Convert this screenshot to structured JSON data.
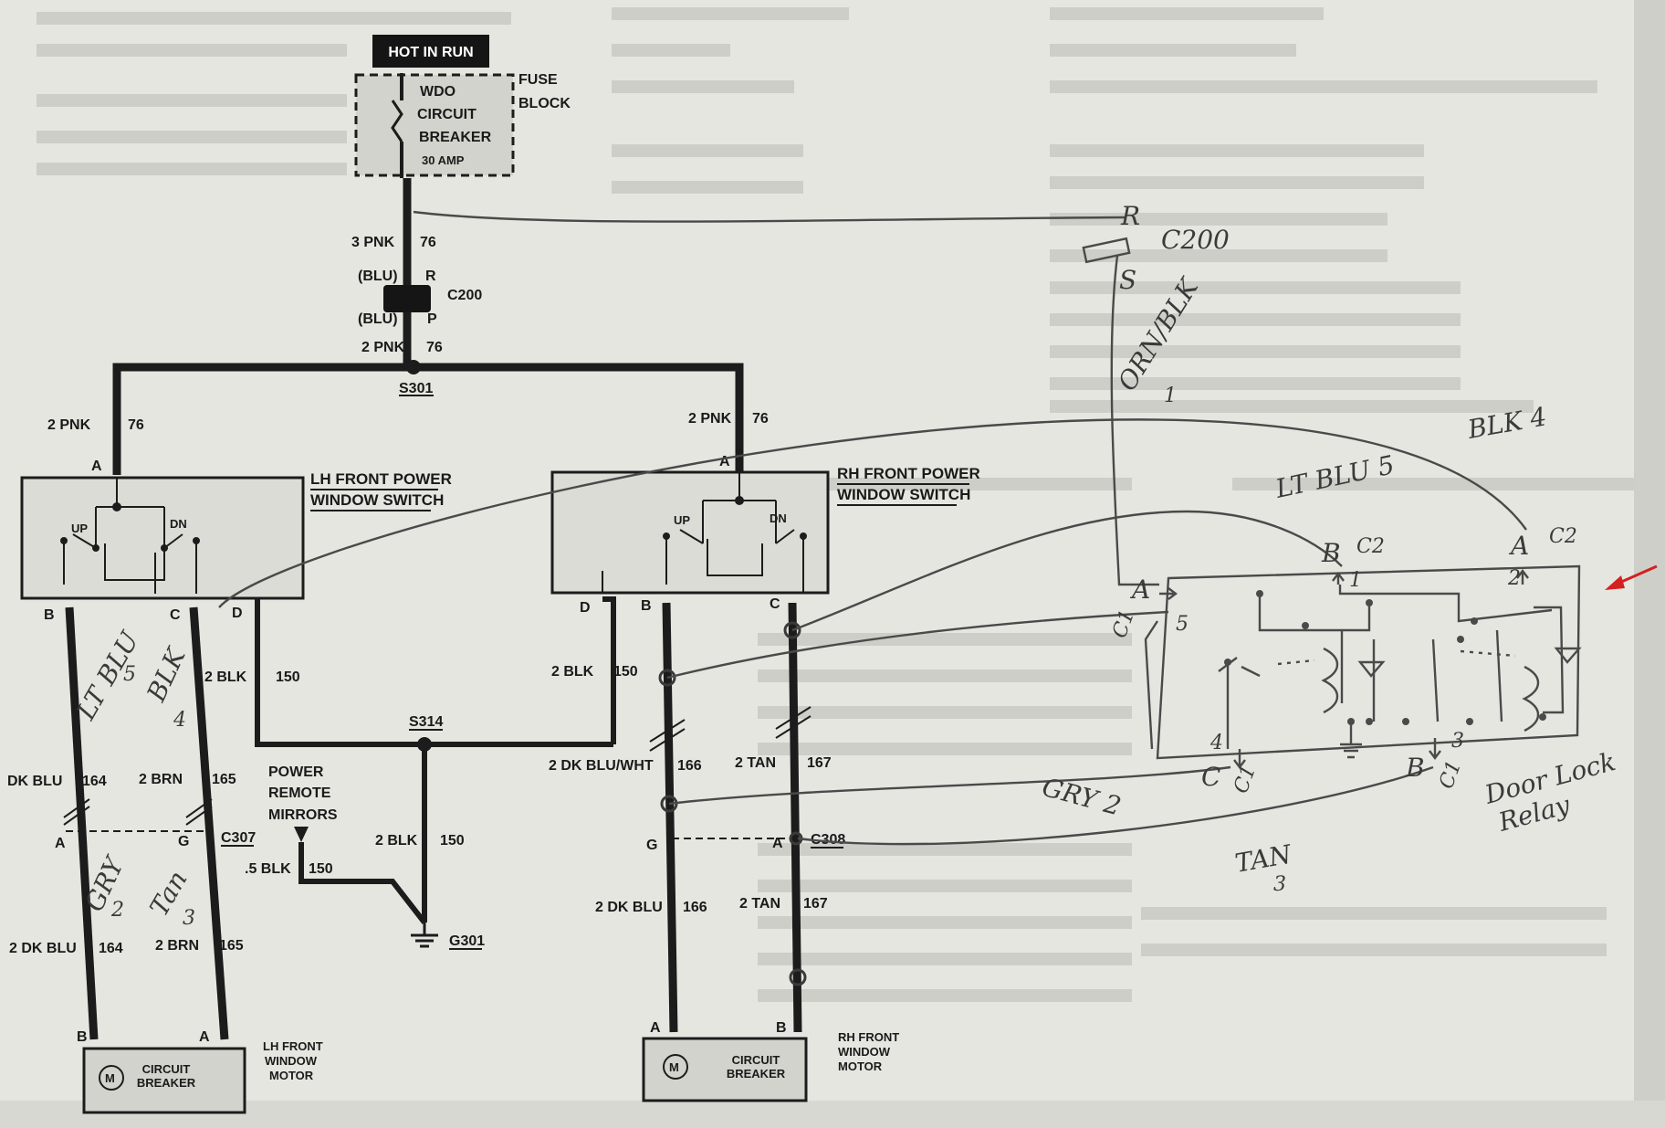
{
  "hot_label": "HOT IN RUN",
  "fuse": {
    "l1": "WDO",
    "l2": "CIRCUIT",
    "l3": "BREAKER",
    "amp": "30 AMP",
    "block_l1": "FUSE",
    "block_l2": "BLOCK"
  },
  "wires": {
    "w3pnk": "3 PNK",
    "n76": "76",
    "blu": "(BLU)",
    "R": "R",
    "P": "P",
    "c200": "C200",
    "w2pnk": "2 PNK",
    "s301": "S301",
    "w2blk": "2 BLK",
    "n150": "150",
    "s314": "S314",
    "dkblu_trunc": "DK BLU",
    "n164": "164",
    "w2brn": "2 BRN",
    "n165": "165",
    "c307": "C307",
    "w2dkblu": "2 DK BLU",
    "blk05": ".5 BLK",
    "mirrors_l1": "POWER",
    "mirrors_l2": "REMOTE",
    "mirrors_l3": "MIRRORS",
    "g301": "G301",
    "w2dkbluwht": "2 DK BLU/WHT",
    "n166": "166",
    "w2tan": "2 TAN",
    "n167": "167",
    "c308": "C308"
  },
  "switches": {
    "lh_l1": "LH FRONT POWER",
    "lh_l2": "WINDOW SWITCH",
    "rh_l1": "RH FRONT POWER",
    "rh_l2": "WINDOW SWITCH",
    "up": "UP",
    "dn": "DN"
  },
  "pins": {
    "A": "A",
    "B": "B",
    "C": "C",
    "D": "D",
    "G": "G"
  },
  "motors": {
    "lh_l1": "LH FRONT",
    "lh_l2": "WINDOW",
    "lh_l3": "MOTOR",
    "rh_l1": "RH FRONT",
    "rh_l2": "WINDOW",
    "rh_l3": "MOTOR",
    "cb_l1": "CIRCUIT",
    "cb_l2": "BREAKER"
  },
  "handwritten": {
    "r": "R",
    "c200": "C200",
    "s": "S",
    "orn_blk": "ORN/BLK",
    "one": "1",
    "blk4": "BLK 4",
    "ltblu5": "LT BLU 5",
    "ltblu": "LT BLU",
    "five": "5",
    "blk": "BLK",
    "four": "4",
    "gry": "GRY",
    "two": "2",
    "tan": "Tan",
    "three": "3",
    "gry2": "GRY 2",
    "tan_cap": "TAN",
    "c1": "C1",
    "c2": "C2",
    "A": "A",
    "B": "B",
    "C": "C",
    "relay_l1": "Door Lock",
    "relay_l2": "Relay"
  },
  "colors": {
    "paper": "#e6e6e1",
    "ink": "#1c1c1c",
    "pencil": "#4a4a4a",
    "arrow": "#d42020"
  }
}
